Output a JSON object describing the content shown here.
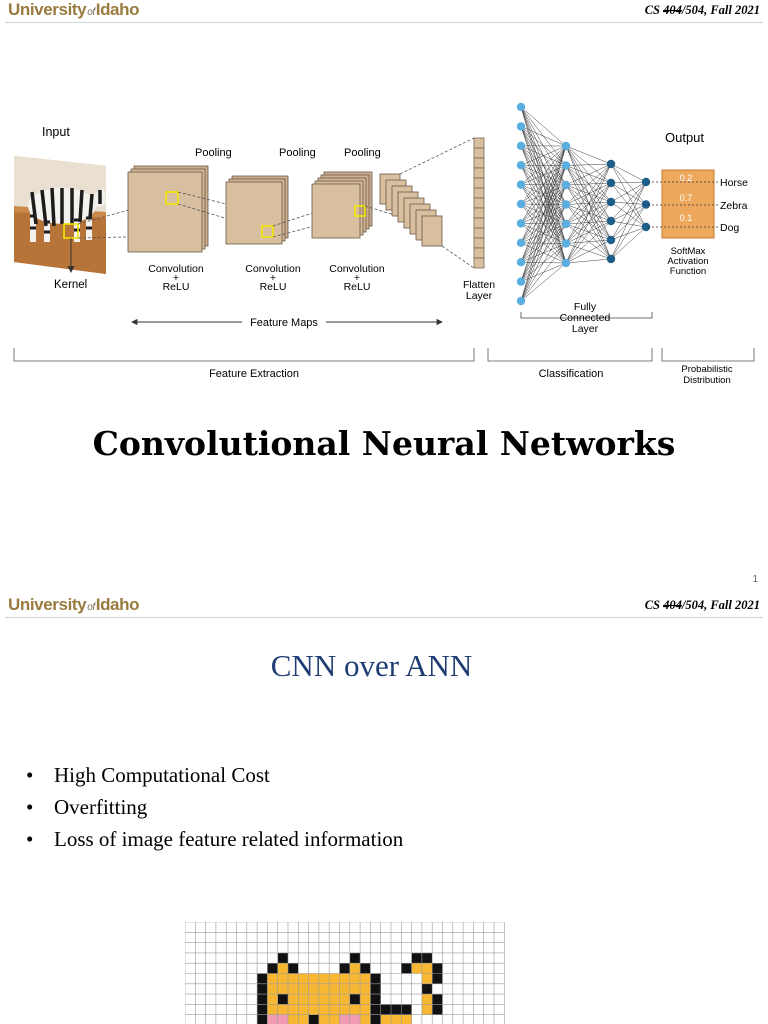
{
  "header": {
    "logo_main": "University",
    "logo_of": "of",
    "logo_end": "Idaho",
    "course_prefix": "CS ",
    "course_struck": "404",
    "course_suffix": "/504, Fall 2021"
  },
  "slide1": {
    "title": "Convolutional Neural Networks",
    "page_number": "1",
    "diagram": {
      "input_label": "Input",
      "kernel_label": "Kernel",
      "pooling_labels": [
        "Pooling",
        "Pooling",
        "Pooling"
      ],
      "conv_labels": [
        {
          "top": "Convolution",
          "plus": "+",
          "bottom": "ReLU"
        },
        {
          "top": "Convolution",
          "plus": "+",
          "bottom": "ReLU"
        },
        {
          "top": "Convolution",
          "plus": "+",
          "bottom": "ReLU"
        }
      ],
      "feature_maps_label": "Feature Maps",
      "flatten_label_1": "Flatten",
      "flatten_label_2": "Layer",
      "fc_label_1": "Fully",
      "fc_label_2": "Connected",
      "fc_label_3": "Layer",
      "output_label": "Output",
      "outputs": [
        {
          "value": "0.2",
          "class": "Horse"
        },
        {
          "value": "0.7",
          "class": "Zebra"
        },
        {
          "value": "0.1",
          "class": "Dog"
        }
      ],
      "softmax_label_1": "SoftMax",
      "softmax_label_2": "Activation",
      "softmax_label_3": "Function",
      "section_feature_extraction": "Feature Extraction",
      "section_classification": "Classification",
      "section_prob_1": "Probabilistic",
      "section_prob_2": "Distribution",
      "colors": {
        "feature_map": "#d8bfa0",
        "node_light": "#5aaee0",
        "node_dark": "#1d5f8a",
        "softmax_box": "#eda85e",
        "kernel_box": "#f2e600"
      }
    }
  },
  "slide2": {
    "title": "CNN over ANN",
    "bullet_char": "•",
    "bullets": [
      "High Computational Cost",
      "Overfitting",
      "Loss of image feature related information"
    ],
    "colors": {
      "title": "#1f3d73",
      "cat_fill": "#f7b733",
      "cat_cheek": "#f29ab2"
    }
  }
}
